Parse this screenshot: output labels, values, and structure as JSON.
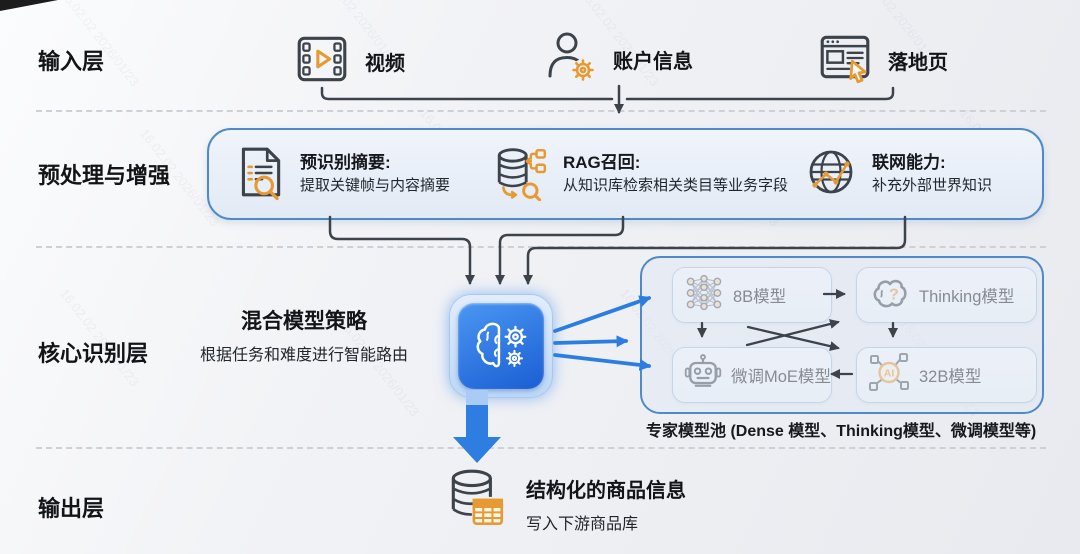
{
  "watermark": {
    "text": "16.02.02  2026/01/23"
  },
  "colors": {
    "accent_blue": "#2b7de1",
    "border_blue": "#4e8ac9",
    "icon_gray": "#3d434b",
    "icon_orange": "#e69a33"
  },
  "layers": {
    "input": {
      "label": "输入层",
      "items": [
        {
          "icon": "video-icon",
          "label": "视频"
        },
        {
          "icon": "account-icon",
          "label": "账户信息"
        },
        {
          "icon": "landing-page-icon",
          "label": "落地页"
        }
      ]
    },
    "preprocess": {
      "label": "预处理与增强",
      "items": [
        {
          "icon": "doc-search-icon",
          "title": "预识别摘要:",
          "desc": "提取关键帧与内容摘要"
        },
        {
          "icon": "rag-db-icon",
          "title": "RAG召回:",
          "desc": "从知识库检索相关类目等业务字段"
        },
        {
          "icon": "globe-icon",
          "title": "联网能力:",
          "desc": "补充外部世界知识"
        }
      ]
    },
    "core": {
      "label": "核心识别层",
      "strategy_title": "混合模型策略",
      "strategy_desc": "根据任务和难度进行智能路由",
      "router_icon": "brain-gears-icon",
      "pool": {
        "caption": "专家模型池 (Dense 模型、Thinking模型、微调模型等)",
        "models": [
          {
            "icon": "neural-net-icon",
            "label": "8B模型"
          },
          {
            "icon": "thinking-brain-icon",
            "label": "Thinking模型"
          },
          {
            "icon": "robot-icon",
            "label": "微调MoE模型"
          },
          {
            "icon": "ai-chip-icon",
            "label": "32B模型"
          }
        ]
      }
    },
    "output": {
      "label": "输出层",
      "icon": "database-table-icon",
      "result_title": "结构化的商品信息",
      "result_desc": "写入下游商品库"
    }
  }
}
